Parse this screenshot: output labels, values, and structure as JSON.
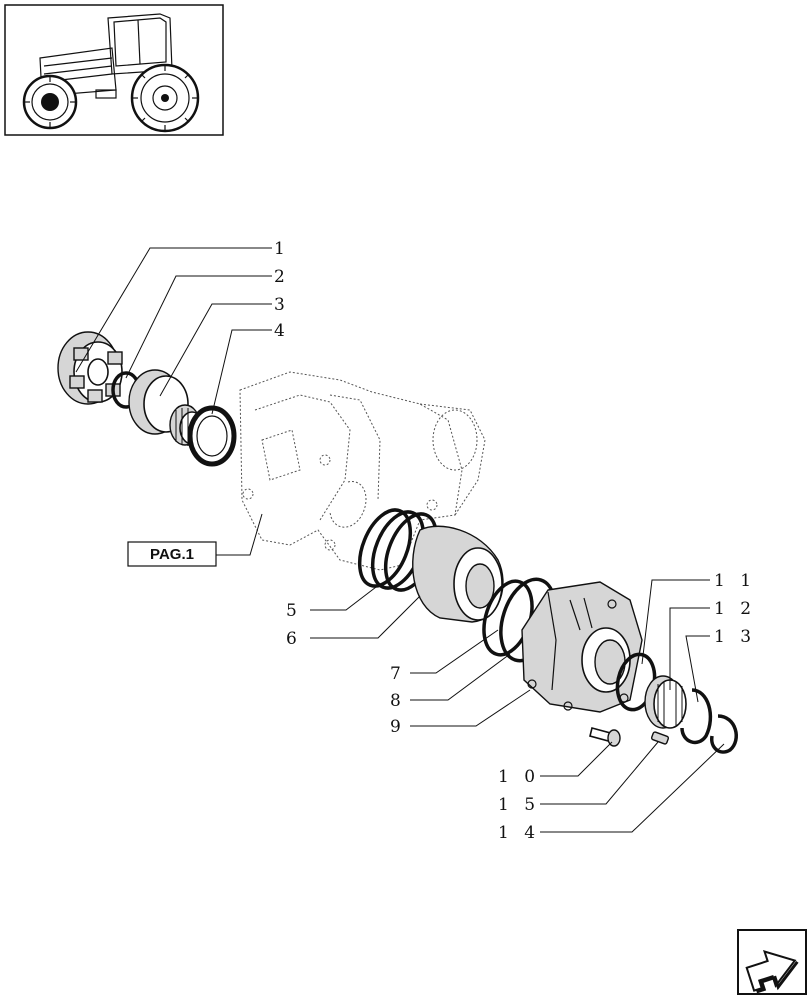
{
  "thumbnail": {
    "icon": "tractor-icon"
  },
  "reference_box": {
    "label": "PAG.1"
  },
  "callouts": [
    "1",
    "2",
    "3",
    "4",
    "5",
    "6",
    "7",
    "8",
    "9",
    "1 0",
    "1 1",
    "1 2",
    "1 3",
    "1 4",
    "1 5"
  ],
  "nav": {
    "icon": "next-page-arrow-icon"
  }
}
